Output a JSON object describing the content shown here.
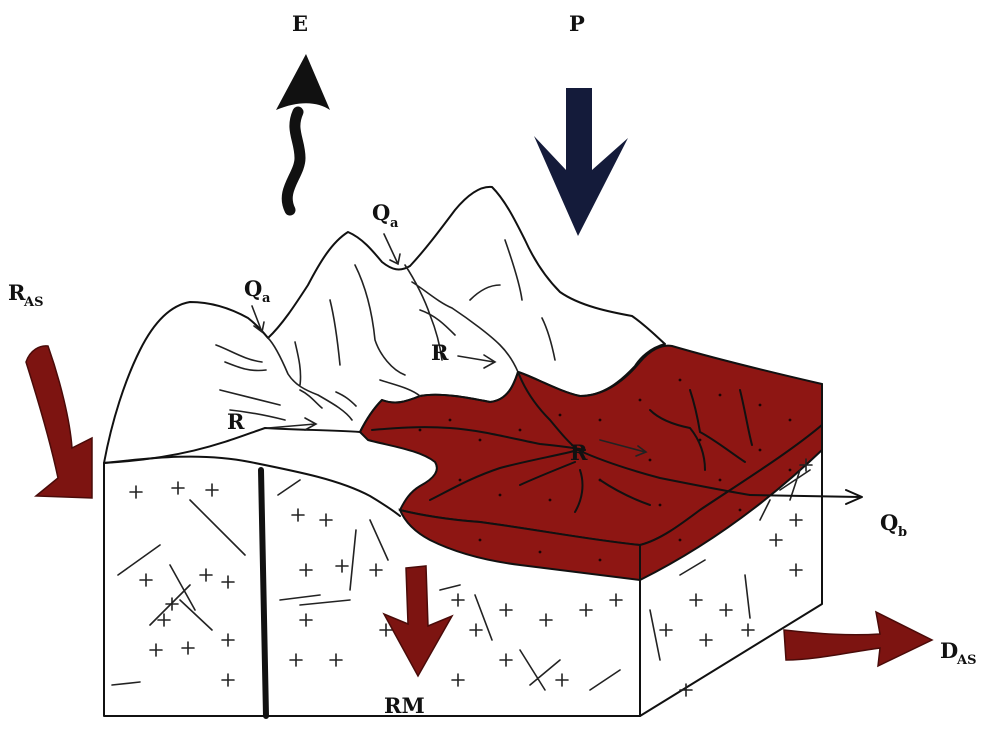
{
  "labels": {
    "E": "E",
    "P": "P",
    "RAS_main": "R",
    "RAS_sub": "AS",
    "Qa_left_main": "Q",
    "Qa_left_sub": "a",
    "Qa_top_main": "Q",
    "Qa_top_sub": "a",
    "R_left": "R",
    "R_mid": "R",
    "R_center": "R",
    "Qb_main": "Q",
    "Qb_sub": "b",
    "RM": "RM",
    "DAS_main": "D",
    "DAS_sub": "AS"
  },
  "colors": {
    "ink": "#111111",
    "regolith": "#8e1613",
    "arrow_red": "#7d1411",
    "arrow_navy": "#141b3a",
    "paper": "#ffffff"
  },
  "icons": [
    "evaporation-wavy-arrow-icon",
    "precipitation-arrow-icon",
    "atmospheric-input-arrow-icon",
    "rock-mass-arrow-icon",
    "dust-output-arrow-icon"
  ]
}
